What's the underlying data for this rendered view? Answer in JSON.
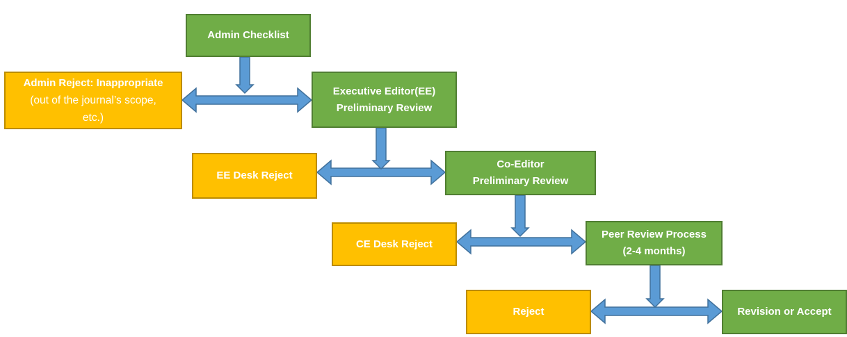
{
  "colors": {
    "process_fill": "#70ad47",
    "process_border": "#507e32",
    "reject_fill": "#ffc000",
    "reject_border": "#bc8c00",
    "arrow_fill": "#5b9bd5",
    "arrow_stroke": "#41719c"
  },
  "steps": [
    {
      "lines": [
        "Admin Checklist"
      ]
    },
    {
      "lines": [
        "Executive Editor(EE)",
        "Preliminary Review"
      ]
    },
    {
      "lines": [
        "Co-Editor",
        "Preliminary Review"
      ]
    },
    {
      "lines": [
        "Peer Review Process",
        "(2-4 months)"
      ]
    },
    {
      "lines": [
        "Revision or Accept"
      ]
    }
  ],
  "rejects": [
    {
      "title": "Admin Reject: Inappropriate",
      "detail": [
        "(out of the journal’s scope,",
        "etc.)"
      ]
    },
    {
      "title": "EE Desk Reject"
    },
    {
      "title": "CE Desk Reject"
    },
    {
      "title": "Reject"
    }
  ]
}
